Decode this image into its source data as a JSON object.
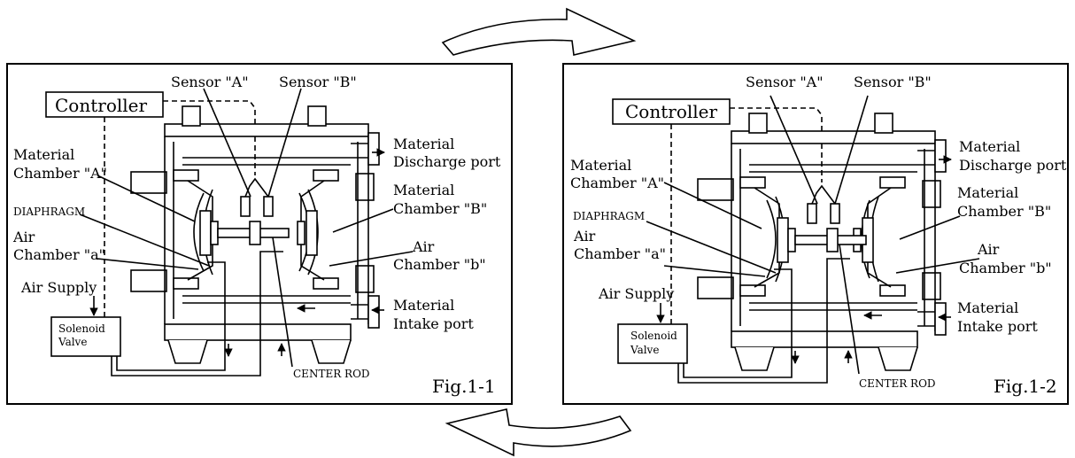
{
  "figures": [
    {
      "id": "fig-1-1",
      "caption": "Fig.1-1",
      "labels": {
        "controller": "Controller",
        "sensor_a": "Sensor \"A\"",
        "sensor_b": "Sensor \"B\"",
        "material_chamber_a_1": "Material",
        "material_chamber_a_2": "Chamber \"A\"",
        "diaphragm": "DIAPHRAGM",
        "air_chamber_a_1": "Air",
        "air_chamber_a_2": "Chamber \"a\"",
        "air_supply": "Air Supply",
        "solenoid_1": "Solenoid",
        "solenoid_2": "Valve",
        "material_discharge_1": "Material",
        "material_discharge_2": "Discharge port",
        "material_chamber_b_1": "Material",
        "material_chamber_b_2": "Chamber \"B\"",
        "air_chamber_b_1": "Air",
        "air_chamber_b_2": "Chamber \"b\"",
        "material_intake_1": "Material",
        "material_intake_2": "Intake port",
        "center_rod": "CENTER ROD"
      }
    },
    {
      "id": "fig-1-2",
      "caption": "Fig.1-2",
      "labels": {
        "controller": "Controller",
        "sensor_a": "Sensor \"A\"",
        "sensor_b": "Sensor \"B\"",
        "material_chamber_a_1": "Material",
        "material_chamber_a_2": "Chamber \"A\"",
        "diaphragm": "DIAPHRAGM",
        "air_chamber_a_1": "Air",
        "air_chamber_a_2": "Chamber \"a\"",
        "air_supply": "Air Supply",
        "solenoid_1": "Solenoid",
        "solenoid_2": "Valve",
        "material_discharge_1": "Material",
        "material_discharge_2": "Discharge port",
        "material_chamber_b_1": "Material",
        "material_chamber_b_2": "Chamber \"B\"",
        "air_chamber_b_1": "Air",
        "air_chamber_b_2": "Chamber \"b\"",
        "material_intake_1": "Material",
        "material_intake_2": "Intake port",
        "center_rod": "CENTER ROD"
      }
    }
  ],
  "colors": {
    "line": "#000000",
    "background": "#ffffff"
  }
}
